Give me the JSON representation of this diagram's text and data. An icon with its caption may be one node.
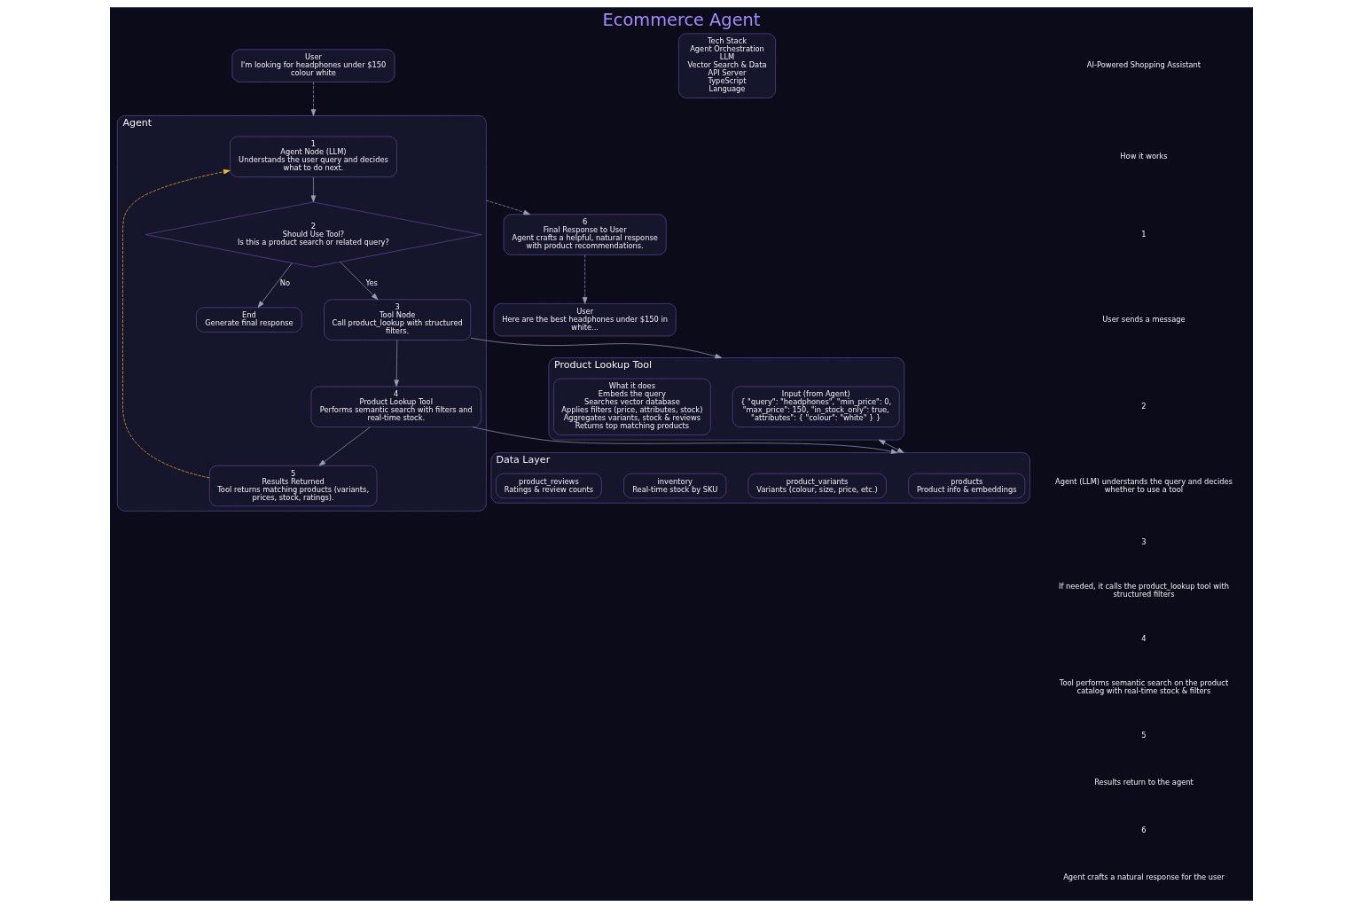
{
  "diagram": {
    "title": "Ecommerce Agent",
    "nodes": [
      {
        "text": [
          "User",
          "I'm looking for headphones under $150 colour white"
        ]
      },
      {
        "text": [
          "Agent"
        ]
      },
      {
        "text": [
          "1",
          "Agent Node (LLM)",
          "Understands the user query and decides what to do next."
        ],
        "in": 1
      },
      {
        "text": [
          "2",
          "Should Use Tool?",
          "Is this a product search or related query?"
        ],
        "in": 1
      },
      {
        "text": [
          "End",
          "Generate final response"
        ],
        "in": 1
      },
      {
        "text": [
          "3",
          "Tool Node",
          "Call product_lookup with structured filters."
        ],
        "in": 1
      },
      {
        "text": [
          "4",
          "Product Lookup Tool",
          "Performs semantic search with filters and real-time stock."
        ],
        "in": 1
      },
      {
        "text": [
          "5",
          "Results Returned",
          "Tool returns matching products (variants, prices, stock, ratings)."
        ],
        "in": 1
      },
      {
        "text": [
          "6",
          "Final Response to User",
          "Agent crafts a helpful, natural response with product recommendations."
        ]
      },
      {
        "text": [
          "User",
          "Here are the best headphones under $150 in white..."
        ]
      },
      {
        "text": [
          "Product Lookup Tool"
        ]
      },
      {
        "text": [
          "Input (from Agent)",
          "{ \"query\": \"headphones\", \"min_price\": 0, \"max_price\": 150, \"in_stock_only\": true, \"attributes\": { \"colour\": \"white\" } }"
        ],
        "in": 10
      },
      {
        "text": [
          "What it does",
          "Embeds the query",
          "Searches vector database",
          "Applies filters (price, attributes, stock)",
          "Aggregates variants, stock & reviews",
          "Returns top matching products"
        ],
        "in": 10
      },
      {
        "text": [
          "Data Layer"
        ]
      },
      {
        "text": [
          "products",
          "Product info & embeddings"
        ],
        "in": 13
      },
      {
        "text": [
          "product_variants",
          "Variants (colour, size, price, etc.)"
        ],
        "in": 13
      },
      {
        "text": [
          "inventory",
          "Real-time stock by SKU"
        ],
        "in": 13
      },
      {
        "text": [
          "product_reviews",
          "Ratings & review counts"
        ],
        "in": 13
      },
      {
        "text": [
          "Tech Stack",
          "Agent Orchestration",
          "LLM",
          "Vector Search & Data",
          "API Server",
          "TypeScript",
          "Language"
        ]
      }
    ],
    "edges": [
      {
        "from": 0,
        "to": 1,
        "arrow": "to",
        "style": "dashed"
      },
      {
        "from": 2,
        "to": 3,
        "arrow": "to"
      },
      {
        "from": 3,
        "to": 4,
        "arrow": "to",
        "label": "No"
      },
      {
        "from": 3,
        "to": 5,
        "arrow": "to",
        "label": "Yes"
      },
      {
        "from": 5,
        "to": 6,
        "arrow": "to"
      },
      {
        "from": 6,
        "to": 7,
        "arrow": "to"
      },
      {
        "from": 7,
        "to": 2,
        "arrow": "to",
        "style": "dashed",
        "color": "#f5b731"
      },
      {
        "from": 5,
        "to": 10,
        "arrow": "to"
      },
      {
        "from": 6,
        "to": 13,
        "arrow": "to"
      },
      {
        "from": 10,
        "to": 13,
        "arrow": "both"
      },
      {
        "from": 1,
        "to": 8,
        "arrow": "to",
        "style": "dashed"
      },
      {
        "from": 8,
        "to": 9,
        "arrow": "to",
        "style": "dashed"
      }
    ],
    "labels": [
      "AI-Powered Shopping Assistant",
      "How it works",
      "1",
      "User sends a message",
      "2",
      "Agent (LLM) understands the query and decides whether to use a tool",
      "3",
      "If needed, it calls the product_lookup tool with structured filters",
      "4",
      "Tool performs semantic search on the product catalog with real-time stock & filters",
      "5",
      "Results return to the agent",
      "6",
      "Agent crafts a natural response for the user"
    ]
  }
}
